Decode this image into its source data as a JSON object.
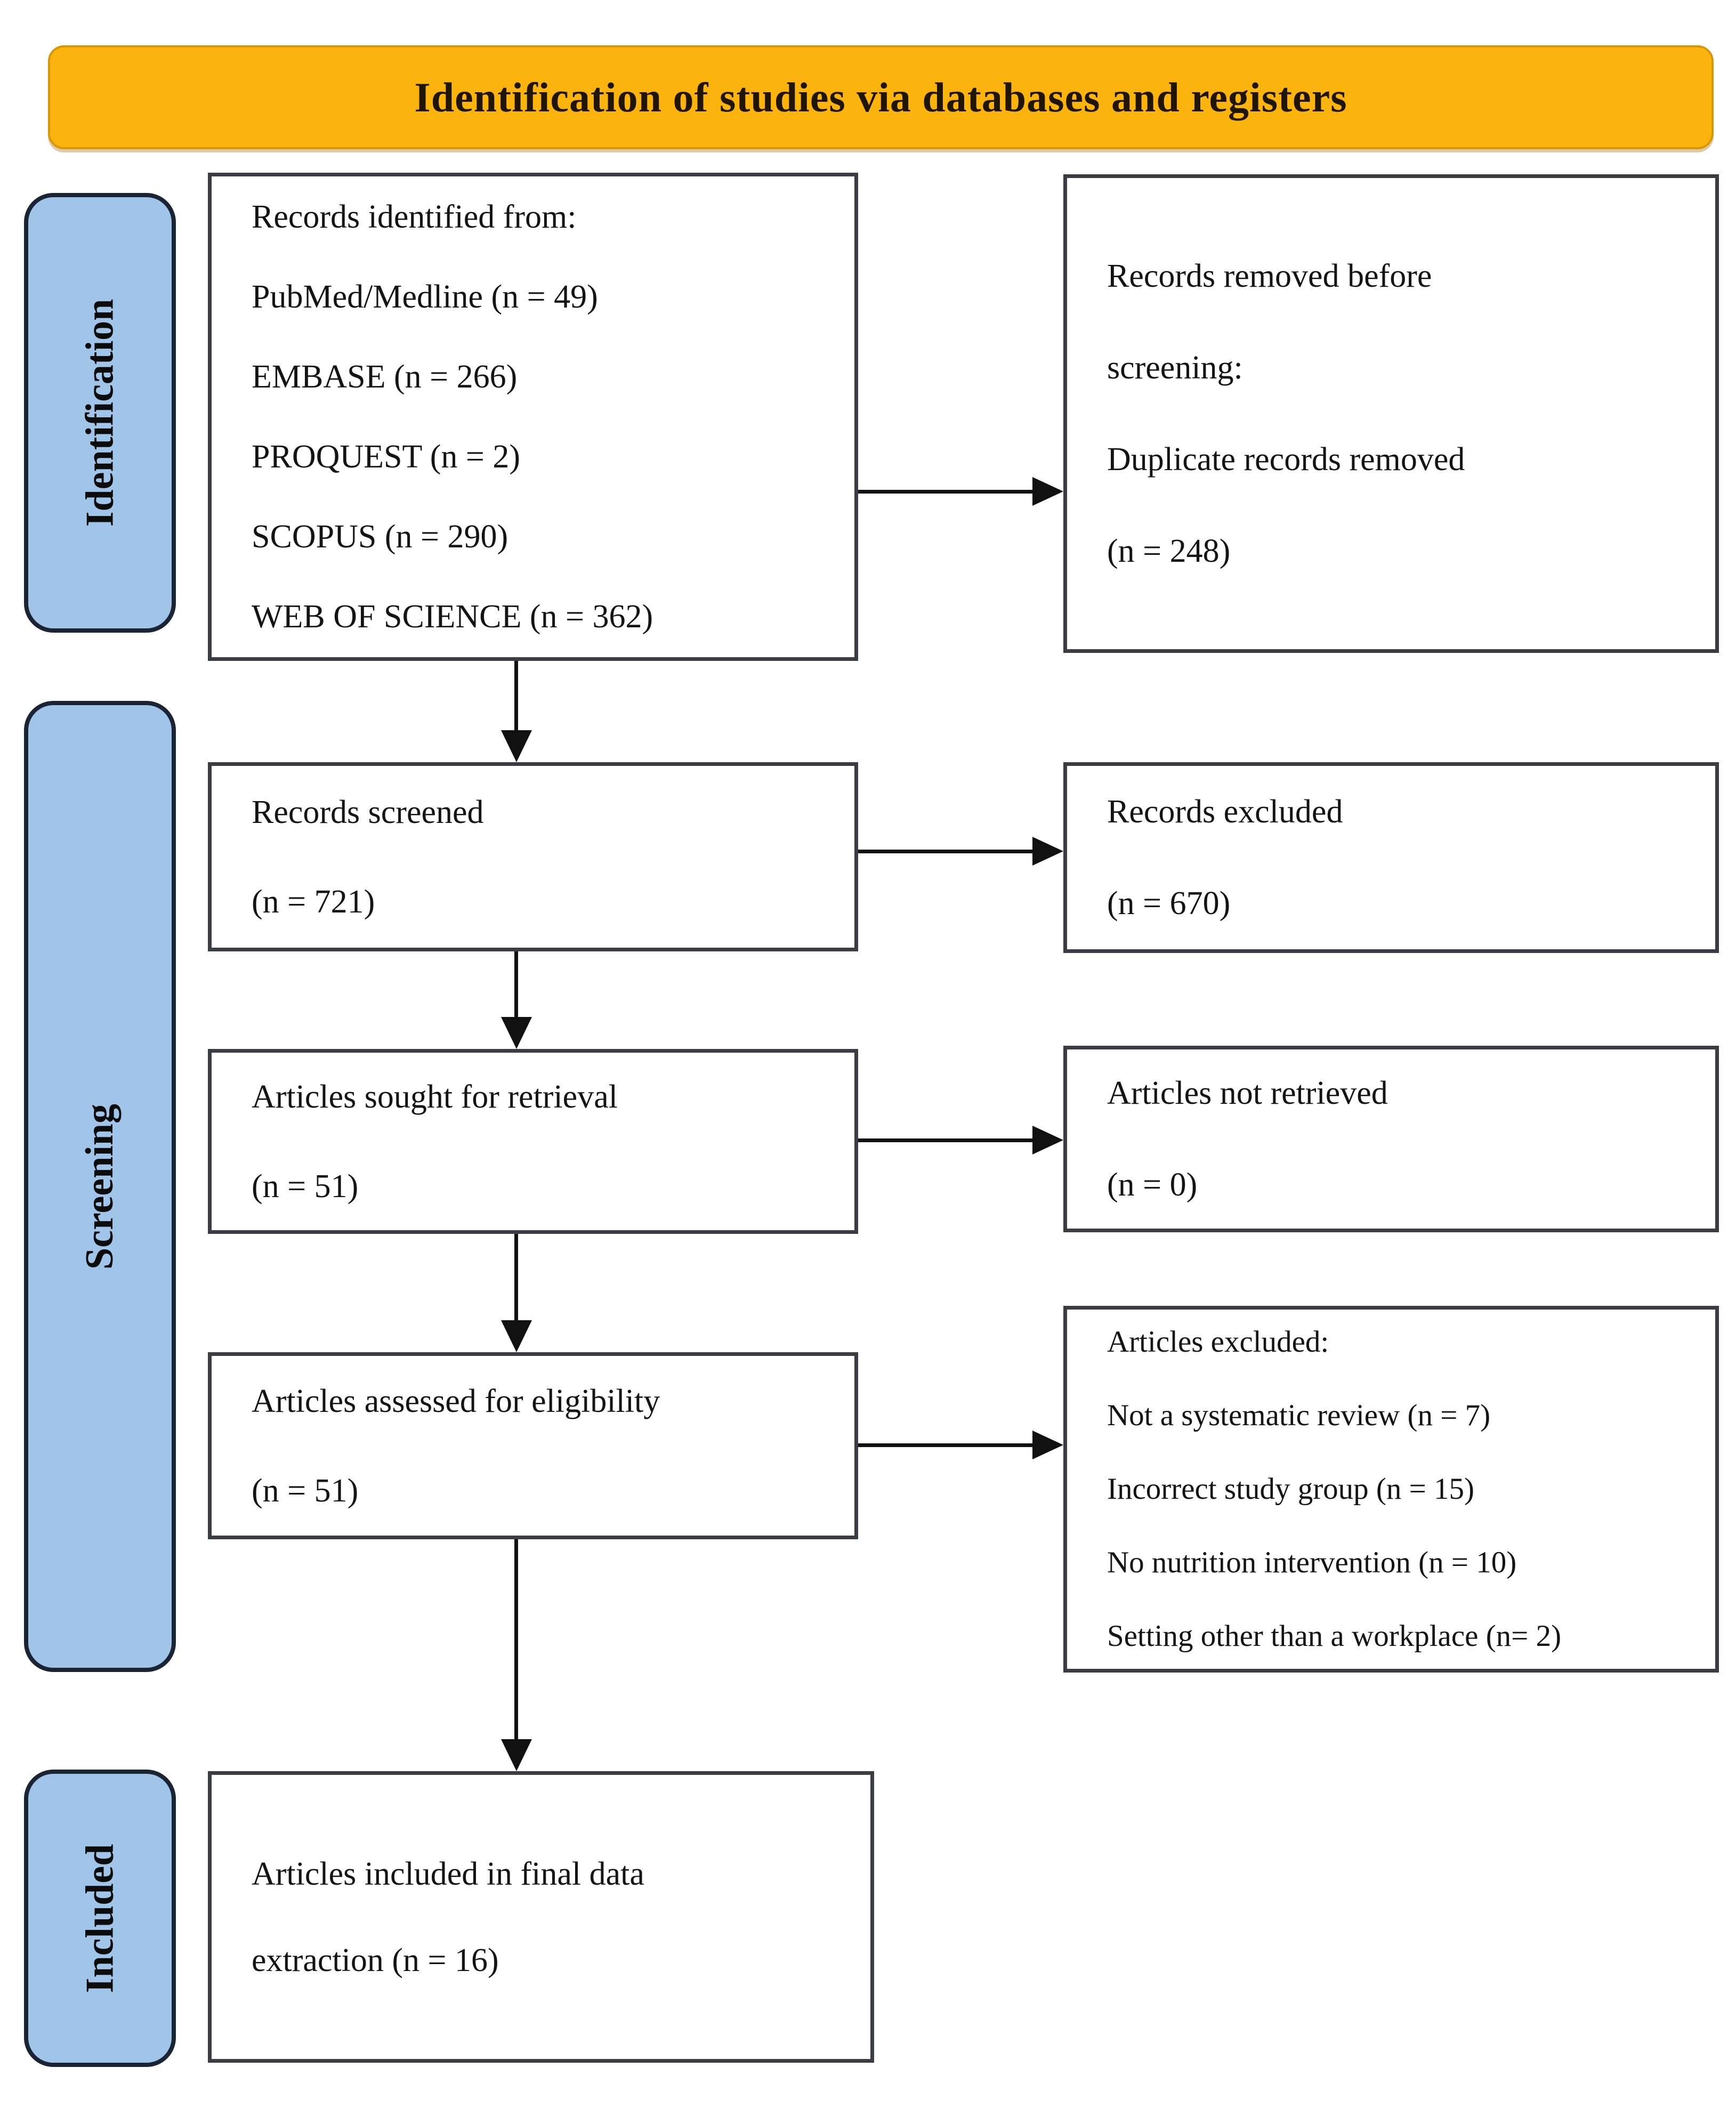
{
  "banner": {
    "title": "Identification of studies via databases and registers"
  },
  "stages": [
    {
      "label": "Identification"
    },
    {
      "label": "Screening"
    },
    {
      "label": "Included"
    }
  ],
  "flow_boxes": [
    {
      "id": "records-identified",
      "lines": [
        "Records identified from:",
        "PubMed/Medline (n = 49)",
        "EMBASE (n = 266)",
        "PROQUEST (n = 2)",
        "SCOPUS (n = 290)",
        "WEB OF SCIENCE (n = 362)"
      ]
    },
    {
      "id": "records-screened",
      "lines": [
        "Records screened",
        "(n = 721)"
      ]
    },
    {
      "id": "articles-sought",
      "lines": [
        "Articles sought for retrieval",
        "(n = 51)"
      ]
    },
    {
      "id": "articles-assessed",
      "lines": [
        "Articles assessed for eligibility",
        "(n = 51)"
      ]
    },
    {
      "id": "articles-included",
      "lines": [
        "Articles included in final data",
        "extraction (n = 16)"
      ]
    }
  ],
  "side_boxes": [
    {
      "id": "records-removed",
      "lines": [
        "Records removed before",
        "screening:",
        "Duplicate records removed",
        "(n = 248)"
      ]
    },
    {
      "id": "records-excluded",
      "lines": [
        "Records excluded",
        "(n = 670)"
      ]
    },
    {
      "id": "articles-not-retrieved",
      "lines": [
        "Articles not retrieved",
        "(n = 0)"
      ]
    },
    {
      "id": "articles-excluded",
      "lines": [
        "Articles excluded:",
        "Not a systematic review (n = 7)",
        "Incorrect study group (n = 15)",
        "No nutrition intervention (n = 10)",
        "Setting other than a workplace (n= 2)"
      ]
    }
  ],
  "colors": {
    "banner_bg": "#FBB40E",
    "banner_border": "#D89704",
    "banner_text": "#201600",
    "stage_bg": "#A1C5E8",
    "stage_border": "#1A2433",
    "box_border": "#3A3D44",
    "arrow_color": "#111111",
    "text_color": "#141414"
  }
}
